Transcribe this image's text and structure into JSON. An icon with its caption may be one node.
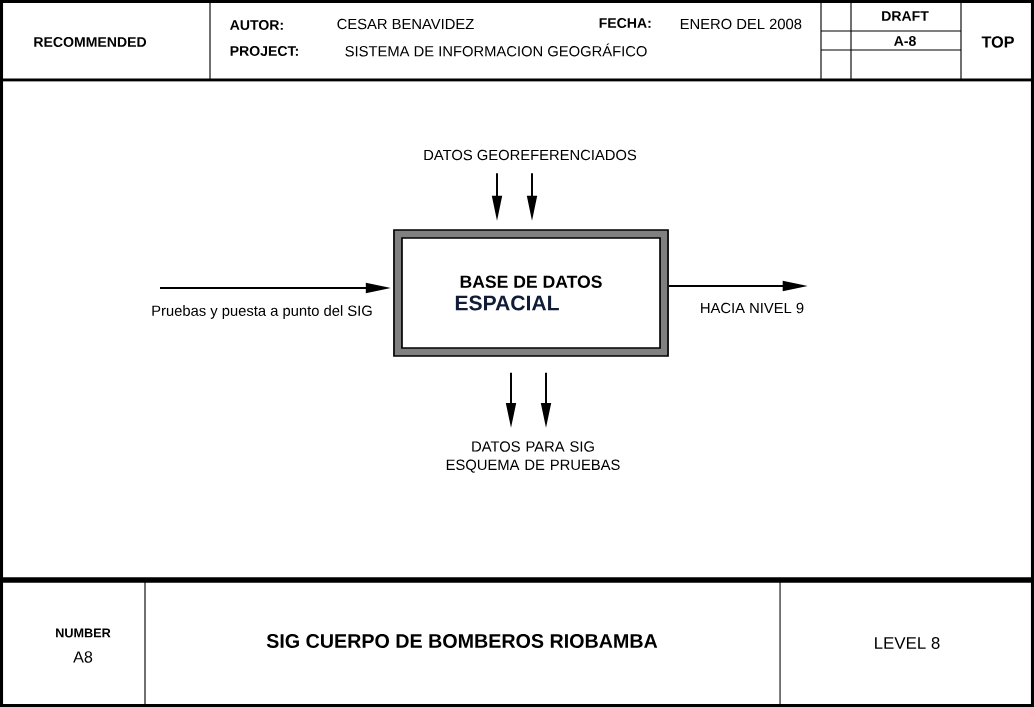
{
  "diagram": {
    "nodes": [
      {
        "text": [
          "BASE DE DATOS",
          "ESPACIAL"
        ]
      },
      {
        "text": [
          "DATOS GEOREFERENCIADOS"
        ]
      },
      {
        "text": [
          "DATOS PARA SIG ESQUEMA DE PRUEBAS"
        ]
      }
    ],
    "edges": [
      {
        "from": 1,
        "to": 0,
        "arrow": "to"
      },
      {
        "from": 1,
        "to": 0,
        "arrow": "to"
      },
      {
        "from": null,
        "to": 0,
        "arrow": "to",
        "label": "Pruebas y puesta a punto del SIG"
      },
      {
        "from": 0,
        "to": null,
        "arrow": "to",
        "label": "HACIA NIVEL 9"
      },
      {
        "from": 0,
        "to": 2,
        "arrow": "to"
      },
      {
        "from": 0,
        "to": 2,
        "arrow": "to"
      }
    ],
    "labels": [
      "RECOMMENDED",
      "AUTOR:",
      "CESAR BENAVIDEZ",
      "FECHA:",
      "ENERO DEL 2008",
      "DRAFT",
      "A-8",
      "TOP",
      "PROJECT:",
      "SISTEMA DE INFORMACION GEOGRÁFICO",
      "NUMBER",
      "A8",
      "SIG CUERPO DE BOMBEROS RIOBAMBA",
      "LEVEL 8"
    ]
  }
}
